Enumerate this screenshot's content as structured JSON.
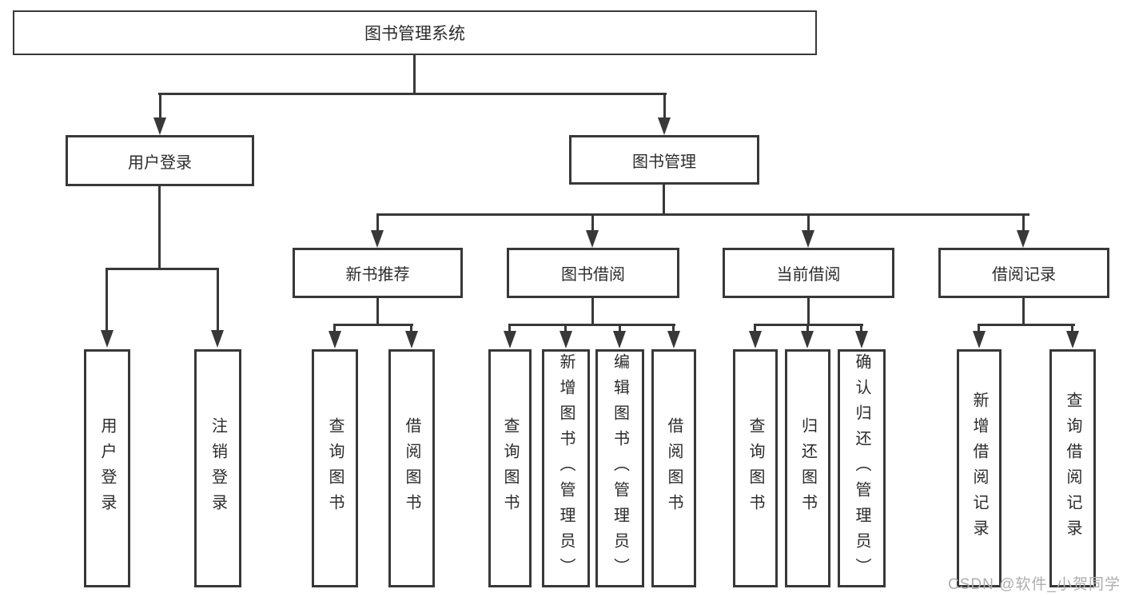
{
  "diagram": {
    "root": {
      "label": "图书管理系统"
    },
    "branches": [
      {
        "label": "用户登录",
        "children": [
          {
            "label": "用户登录"
          },
          {
            "label": "注销登录"
          }
        ]
      },
      {
        "label": "图书管理",
        "children": [
          {
            "label": "新书推荐",
            "children": [
              {
                "label": "查询图书"
              },
              {
                "label": "借阅图书"
              }
            ]
          },
          {
            "label": "图书借阅",
            "children": [
              {
                "label": "查询图书"
              },
              {
                "label": "新增图书（管理员）"
              },
              {
                "label": "编辑图书（管理员）"
              },
              {
                "label": "借阅图书"
              }
            ]
          },
          {
            "label": "当前借阅",
            "children": [
              {
                "label": "查询图书"
              },
              {
                "label": "归还图书"
              },
              {
                "label": "确认归还（管理员）"
              }
            ]
          },
          {
            "label": "借阅记录",
            "children": [
              {
                "label": "新增借阅记录"
              },
              {
                "label": "查询借阅记录"
              }
            ]
          }
        ]
      }
    ],
    "watermark": "CSDN @软件_小贺同学",
    "colors": {
      "line": "#383838",
      "text": "#2b2b2b",
      "watermark": "#aeaeae",
      "background": "#ffffff"
    }
  }
}
